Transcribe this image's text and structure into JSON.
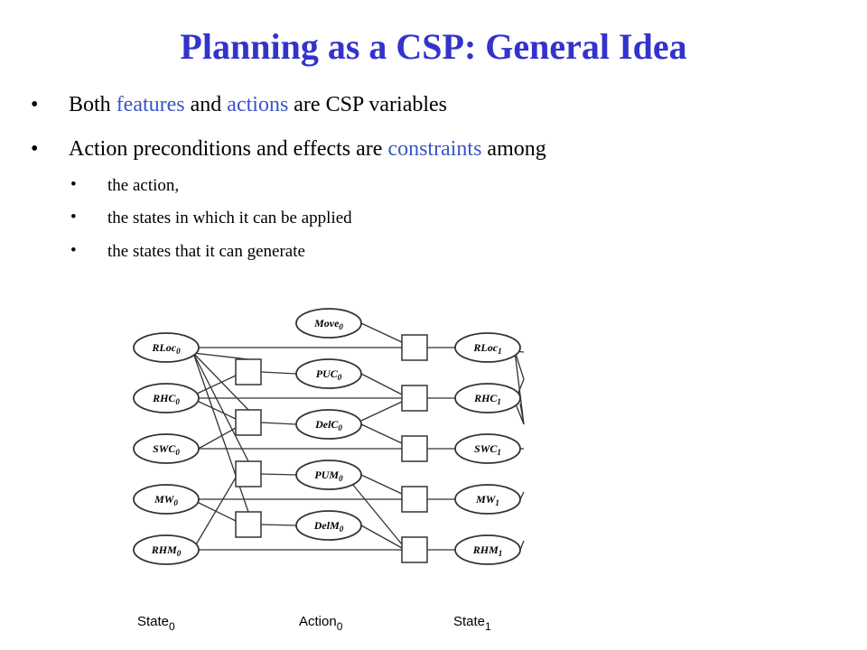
{
  "slide": {
    "title": "Planning as a CSP: General Idea",
    "bullets": [
      {
        "parts": [
          "Both ",
          "features",
          " and ",
          "actions",
          " are CSP variables"
        ]
      },
      {
        "parts": [
          "Action preconditions and effects are ",
          "constraints",
          " among"
        ]
      }
    ],
    "subbullets": [
      "the action,",
      "the states in which it can be applied",
      "the states that it can generate"
    ],
    "bullet_glyph": "•"
  },
  "diagram": {
    "state0": [
      {
        "name": "RLoc",
        "sub": "0"
      },
      {
        "name": "RHC",
        "sub": "0"
      },
      {
        "name": "SWC",
        "sub": "0"
      },
      {
        "name": "MW",
        "sub": "0"
      },
      {
        "name": "RHM",
        "sub": "0"
      }
    ],
    "action0": [
      {
        "name": "Move",
        "sub": "0"
      },
      {
        "name": "PUC",
        "sub": "0"
      },
      {
        "name": "DelC",
        "sub": "0"
      },
      {
        "name": "PUM",
        "sub": "0"
      },
      {
        "name": "DelM",
        "sub": "0"
      }
    ],
    "state1": [
      {
        "name": "RLoc",
        "sub": "1"
      },
      {
        "name": "RHC",
        "sub": "1"
      },
      {
        "name": "SWC",
        "sub": "1"
      },
      {
        "name": "MW",
        "sub": "1"
      },
      {
        "name": "RHM",
        "sub": "1"
      }
    ],
    "column_labels": [
      {
        "name": "State",
        "sub": "0"
      },
      {
        "name": "Action",
        "sub": "0"
      },
      {
        "name": "State",
        "sub": "1"
      }
    ]
  }
}
